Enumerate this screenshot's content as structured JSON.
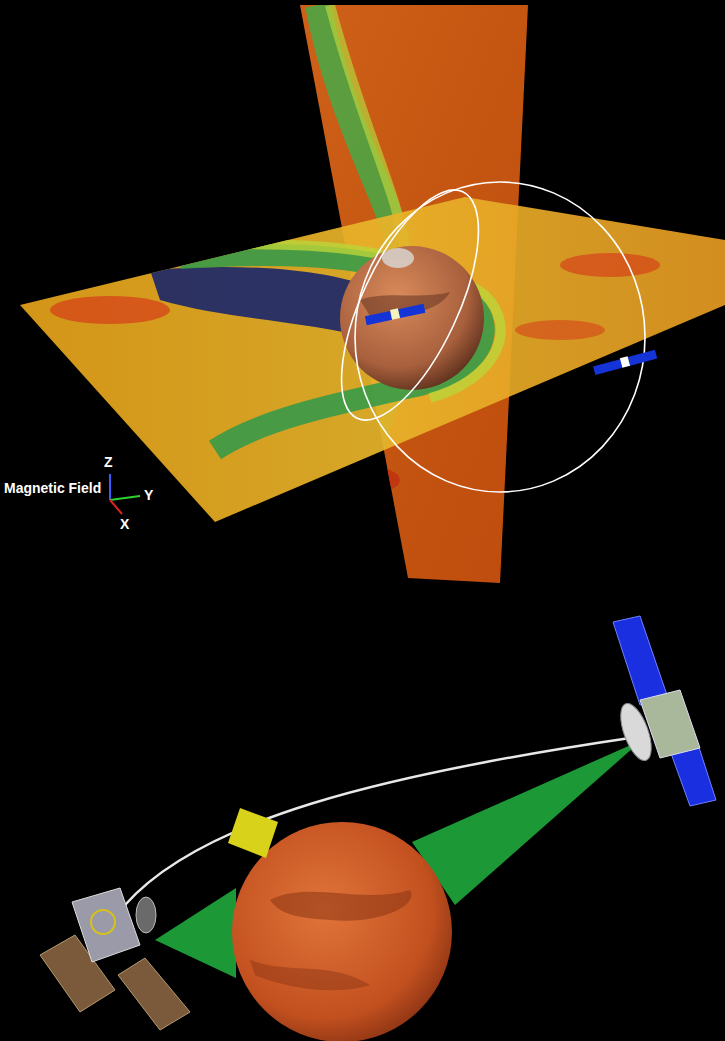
{
  "diagram": {
    "labels": [
      "Z",
      "Magnetic Field",
      "Y",
      "X"
    ]
  }
}
